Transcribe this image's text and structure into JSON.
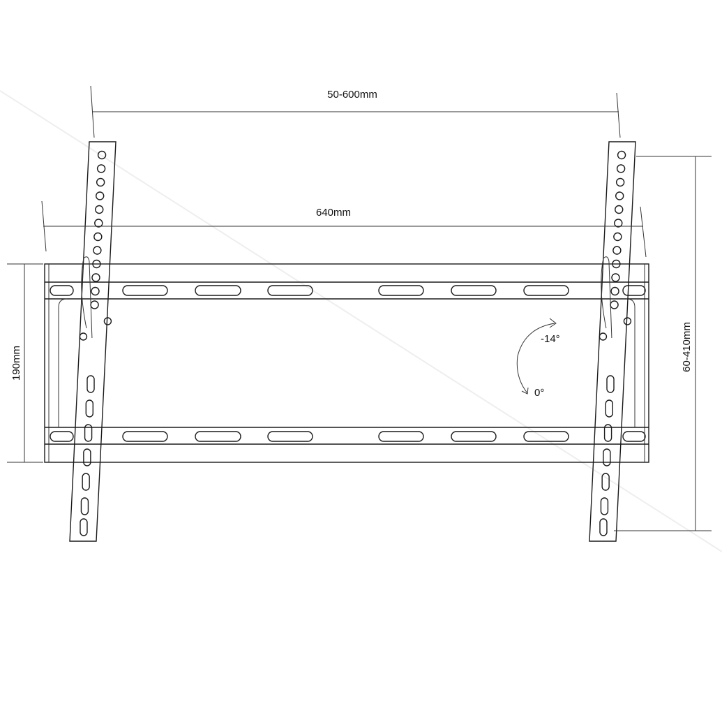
{
  "dimensions": {
    "arm_spacing": "50-600mm",
    "plate_width": "640mm",
    "plate_height": "190mm",
    "vertical_range": "60-410mm"
  },
  "tilt": {
    "max_label": "-14°",
    "min_label": "0°"
  },
  "colors": {
    "line": "#1a1a1a",
    "background": "#ffffff"
  }
}
